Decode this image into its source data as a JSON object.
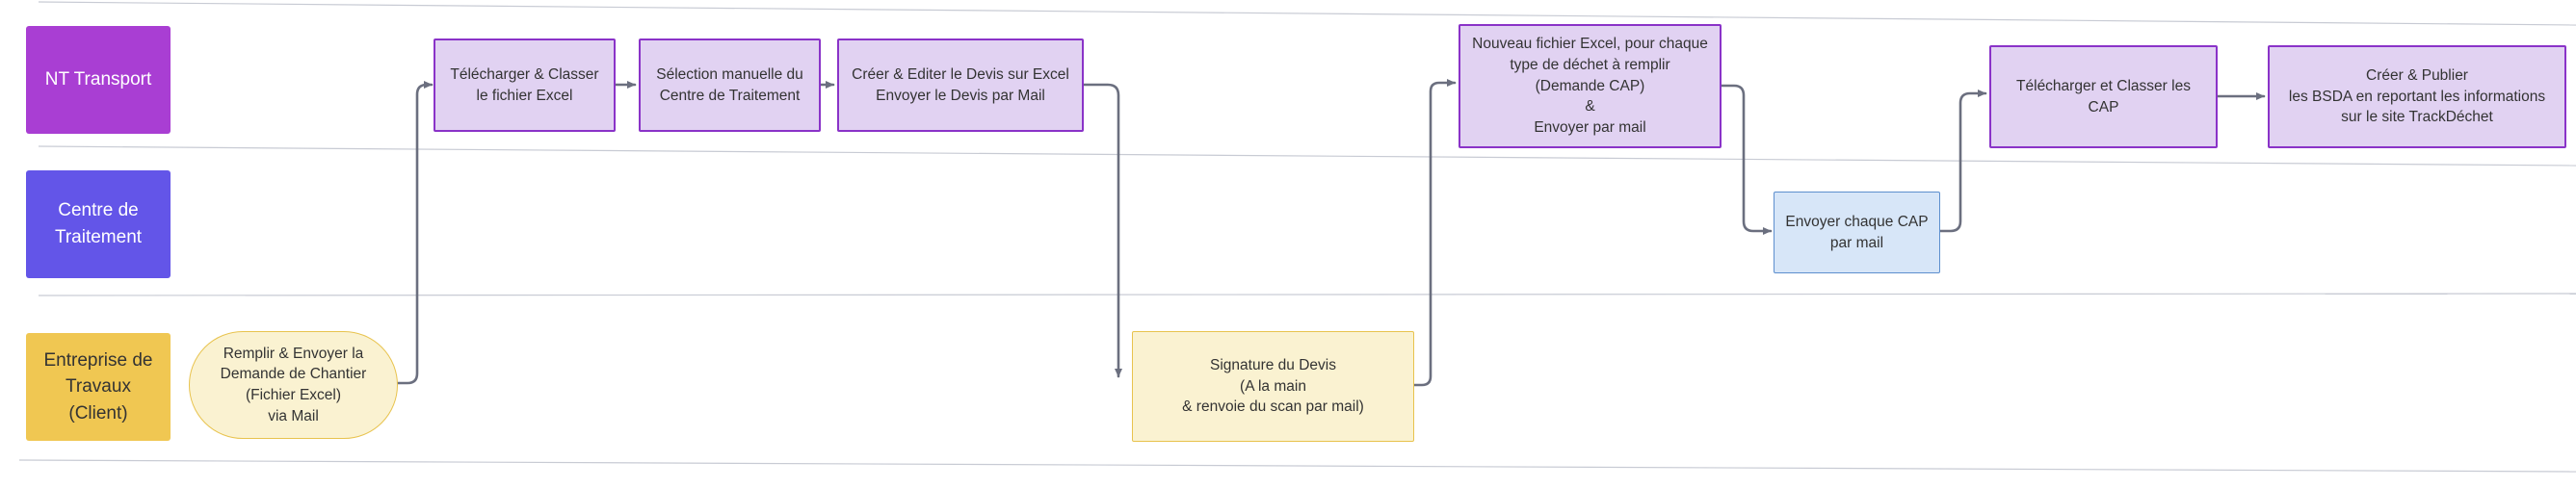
{
  "lanes": {
    "transport": {
      "label": "NT Transport",
      "bg": "#a93ed3",
      "fg": "#ffffff"
    },
    "centre": {
      "label": "Centre de\nTraitement",
      "bg": "#6355e8",
      "fg": "#ffffff"
    },
    "client": {
      "label": "Entreprise de\nTravaux\n(Client)",
      "bg": "#f0c752",
      "fg": "#333333"
    }
  },
  "nodes": {
    "demande": {
      "text": "Remplir & Envoyer la\nDemande de Chantier\n(Fichier Excel)\nvia Mail"
    },
    "telecharger_excel": {
      "text": "Télécharger & Classer\nle fichier Excel"
    },
    "selection": {
      "text": "Sélection manuelle du\nCentre de Traitement"
    },
    "devis": {
      "text": "Créer & Editer le Devis sur Excel\nEnvoyer le Devis par Mail"
    },
    "signature": {
      "text": "Signature du Devis\n(A la main\n& renvoie du scan par mail)"
    },
    "nouveau_fichier": {
      "text": "Nouveau fichier Excel, pour chaque\ntype de déchet à remplir\n(Demande CAP)\n&\nEnvoyer  par mail"
    },
    "envoyer_cap": {
      "text": "Envoyer chaque CAP\npar mail"
    },
    "telecharger_cap": {
      "text": "Télécharger et Classer les\nCAP"
    },
    "bsda": {
      "text": "Créer & Publier\nles BSDA en reportant les informations\nsur le site TrackDéchet"
    }
  },
  "colors": {
    "connector": "#6b6f7f",
    "lane_divider": "#c8cbd4"
  }
}
